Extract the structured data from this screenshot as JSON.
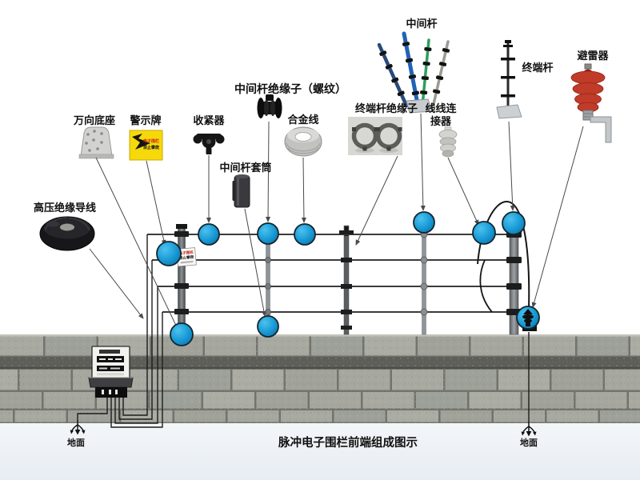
{
  "title": "脉冲电子围栏前端组成图示",
  "colors": {
    "callout_marker": "#189ad6",
    "warning_sign_yellow": "#f6d90a",
    "arrester_red": "#c13b29",
    "wall_brick_grey": "#a2a39b",
    "fence_wire": "#3b3b3b"
  },
  "components": [
    {
      "id": "universal-base",
      "label": "万向底座"
    },
    {
      "id": "warning-sign",
      "label": "警示牌"
    },
    {
      "id": "tightener",
      "label": "收紧器"
    },
    {
      "id": "mid-pole-insulator",
      "label": "中间杆绝缘子（螺纹）"
    },
    {
      "id": "mid-pole-sleeve",
      "label": "中间杆套筒"
    },
    {
      "id": "alloy-wire",
      "label": "合金线"
    },
    {
      "id": "hv-insulated-wire",
      "label": "高压绝缘导线"
    },
    {
      "id": "mid-pole",
      "label": "中间杆"
    },
    {
      "id": "terminal-pole-insulator",
      "label": "终端杆绝缘子"
    },
    {
      "id": "wire-to-wire-connector",
      "label": "线线连接器",
      "lines": [
        "线线连",
        "接器"
      ]
    },
    {
      "id": "terminal-pole",
      "label": "终端杆"
    },
    {
      "id": "arrester",
      "label": "避雷器"
    }
  ],
  "warning_sign_text": {
    "line1": "电子围栏",
    "line2": "禁止攀爬"
  },
  "ground": {
    "left": "地面",
    "right": "地面"
  }
}
